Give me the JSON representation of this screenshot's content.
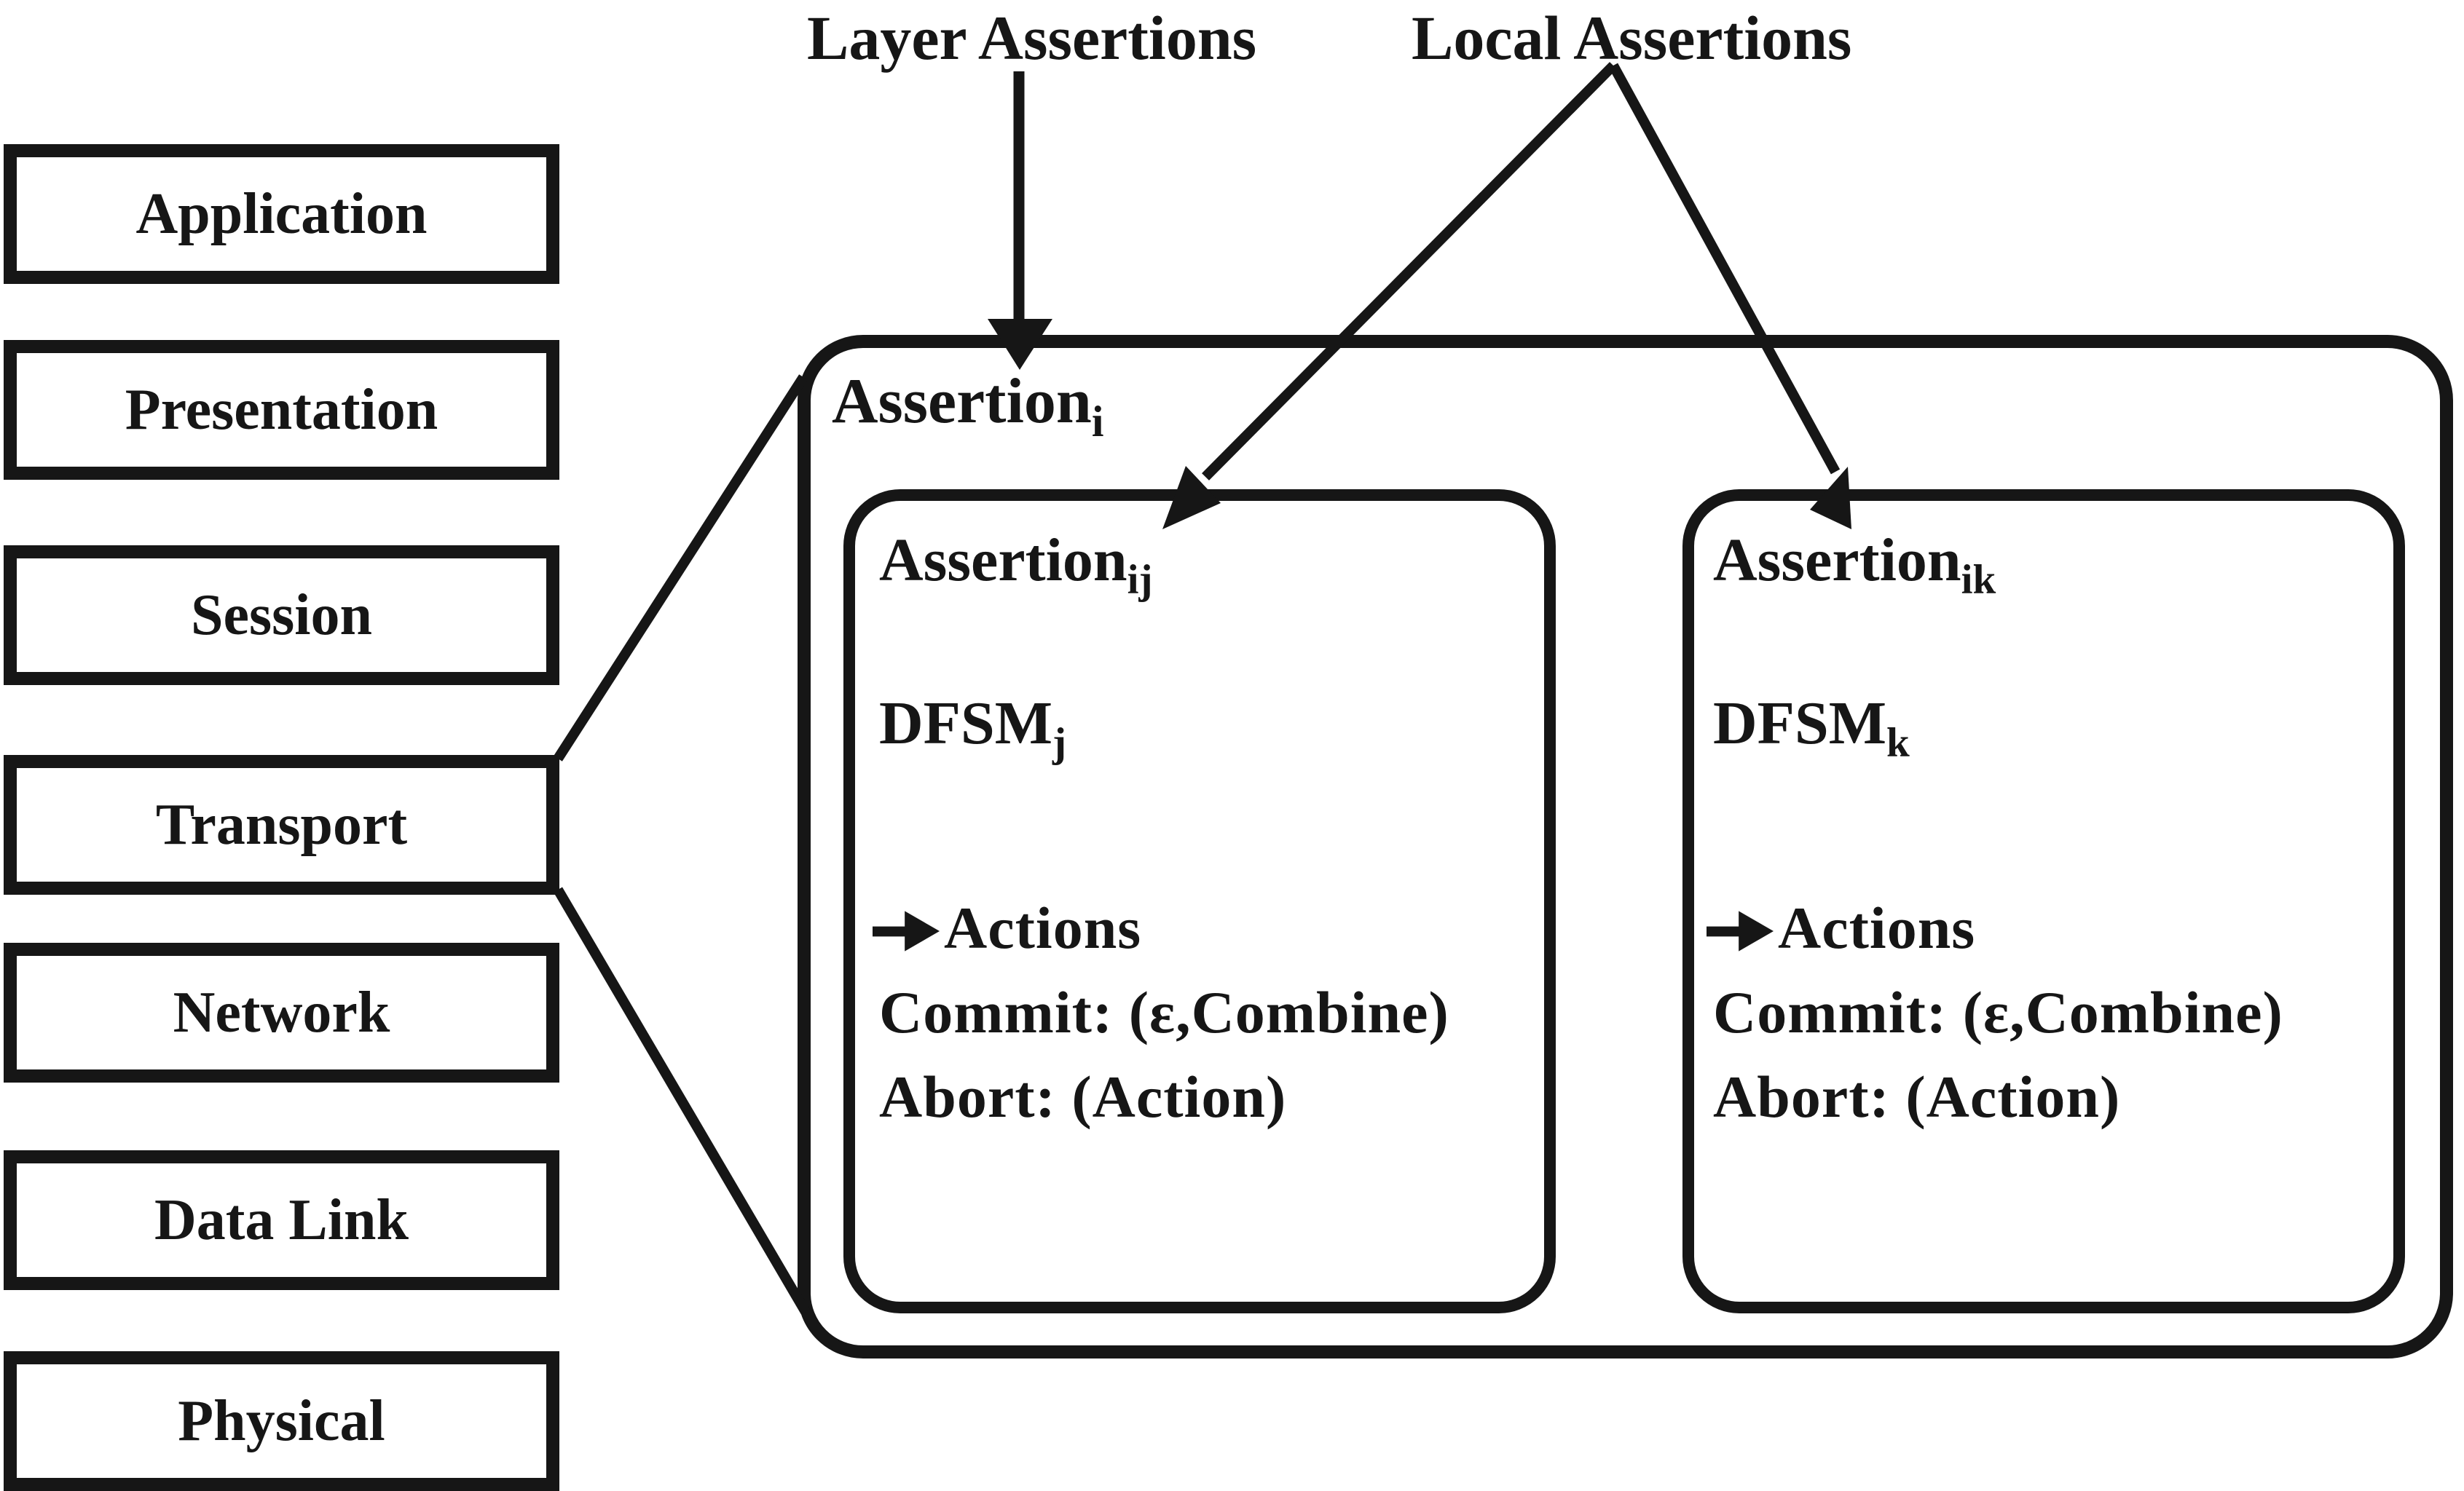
{
  "colors": {
    "ink": "#161616",
    "background": "#ffffff"
  },
  "annotations": {
    "layer_label": "Layer Assertions",
    "local_label": "Local Assertions"
  },
  "osi_stack": {
    "layers": [
      "Application",
      "Presentation",
      "Session",
      "Transport",
      "Network",
      "Data Link",
      "Physical"
    ]
  },
  "outer_assertion": {
    "base": "Assertion",
    "sub": "i"
  },
  "inner_assertions": [
    {
      "assertion_base": "Assertion",
      "assertion_sub": "ij",
      "dfsm_base": "DFSM",
      "dfsm_sub": "j",
      "actions_icon": "right-arrow",
      "actions_label": "Actions",
      "commit_line": "Commit: (ε,Combine)",
      "abort_line": "Abort: (Action)"
    },
    {
      "assertion_base": "Assertion",
      "assertion_sub": "ik",
      "dfsm_base": "DFSM",
      "dfsm_sub": "k",
      "actions_icon": "right-arrow",
      "actions_label": "Actions",
      "commit_line": "Commit: (ε,Combine)",
      "abort_line": "Abort: (Action)"
    }
  ]
}
